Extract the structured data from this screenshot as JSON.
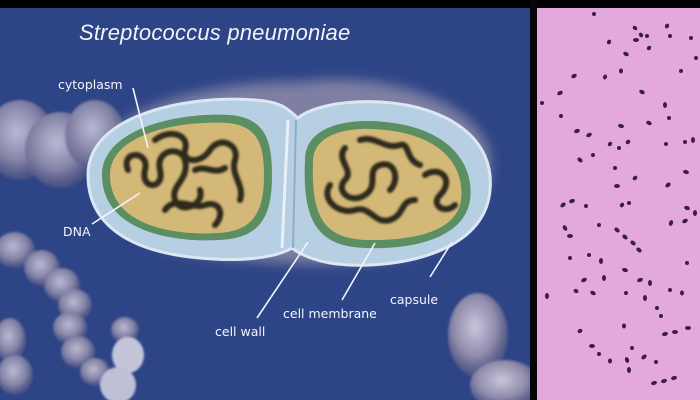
{
  "diagram": {
    "title": "Streptococcus pneumoniae",
    "labels": {
      "cytoplasm": "cytoplasm",
      "dna": "DNA",
      "cell_wall": "cell wall",
      "cell_membrane": "cell membrane",
      "capsule": "capsule"
    },
    "colors": {
      "background_blue": "#2d4486",
      "capsule": "#b8cfe4",
      "membrane_green": "#3f7a52",
      "cytoplasm_tan": "#d2b676",
      "dna": "#2e2a20",
      "micrograph_pink": "#e3a9dc",
      "cocci": "#3a1d4e"
    }
  }
}
